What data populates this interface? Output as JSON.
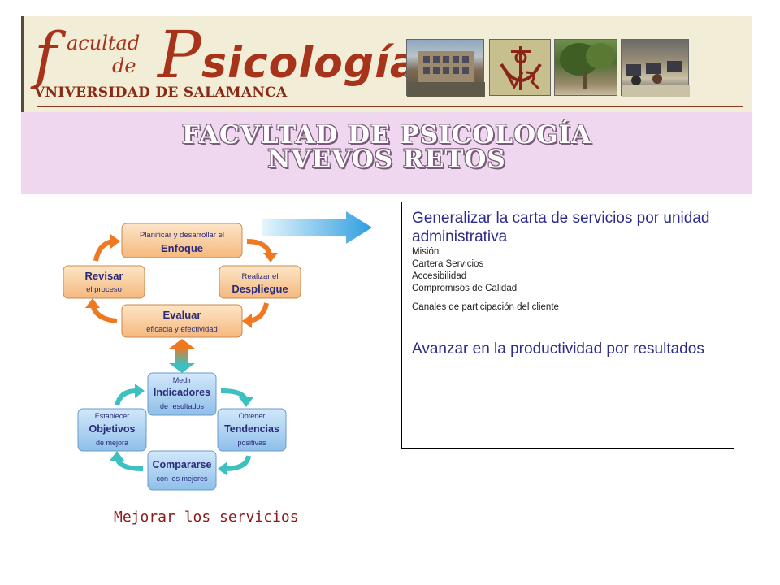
{
  "header": {
    "logo_f": "f",
    "logo_acultad": "acultad",
    "logo_de": "de",
    "logo_p": "P",
    "logo_sicologia": "sicología",
    "logo_university": "VNIVERSIDAD DE SALAMANCA"
  },
  "title": {
    "line1": "FACVLTAD DE PSICOLOGÍA",
    "line2": "NVEVOS RETOS"
  },
  "cycle_top": {
    "enfoque_small": "Planificar y desarrollar el",
    "enfoque_big": "Enfoque",
    "despliegue_small": "Realizar el",
    "despliegue_big": "Despliegue",
    "revisar_big": "Revisar",
    "revisar_small": "el proceso",
    "evaluar_big": "Evaluar",
    "evaluar_small": "eficacia y efectividad"
  },
  "cycle_bottom": {
    "medir_small": "Medir",
    "medir_big": "Indicadores",
    "medir_sub": "de resultados",
    "objetivos_small": "Establecer",
    "objetivos_big": "Objetivos",
    "objetivos_sub": "de mejora",
    "tendencias_small": "Obtener",
    "tendencias_big": "Tendencias",
    "tendencias_sub": "positivas",
    "compararse_big": "Compararse",
    "compararse_sub": "con los mejores"
  },
  "textbox": {
    "line1": "Generalizar la carta de servicios por unidad administrativa",
    "items": [
      "Misión",
      "Cartera Servicios",
      "Accesibilidad",
      "Compromisos de Calidad"
    ],
    "canales": "Canales de participación del cliente",
    "line2": "Avanzar en la productividad por resultados"
  },
  "caption": "Mejorar los servicios",
  "colors": {
    "logo_red": "#a8331b",
    "title_band": "#efd8ef",
    "orange": "#f07820",
    "teal": "#3cc0c0",
    "box_blue_text": "#2c2c8c",
    "caption": "#8b1a1a"
  }
}
